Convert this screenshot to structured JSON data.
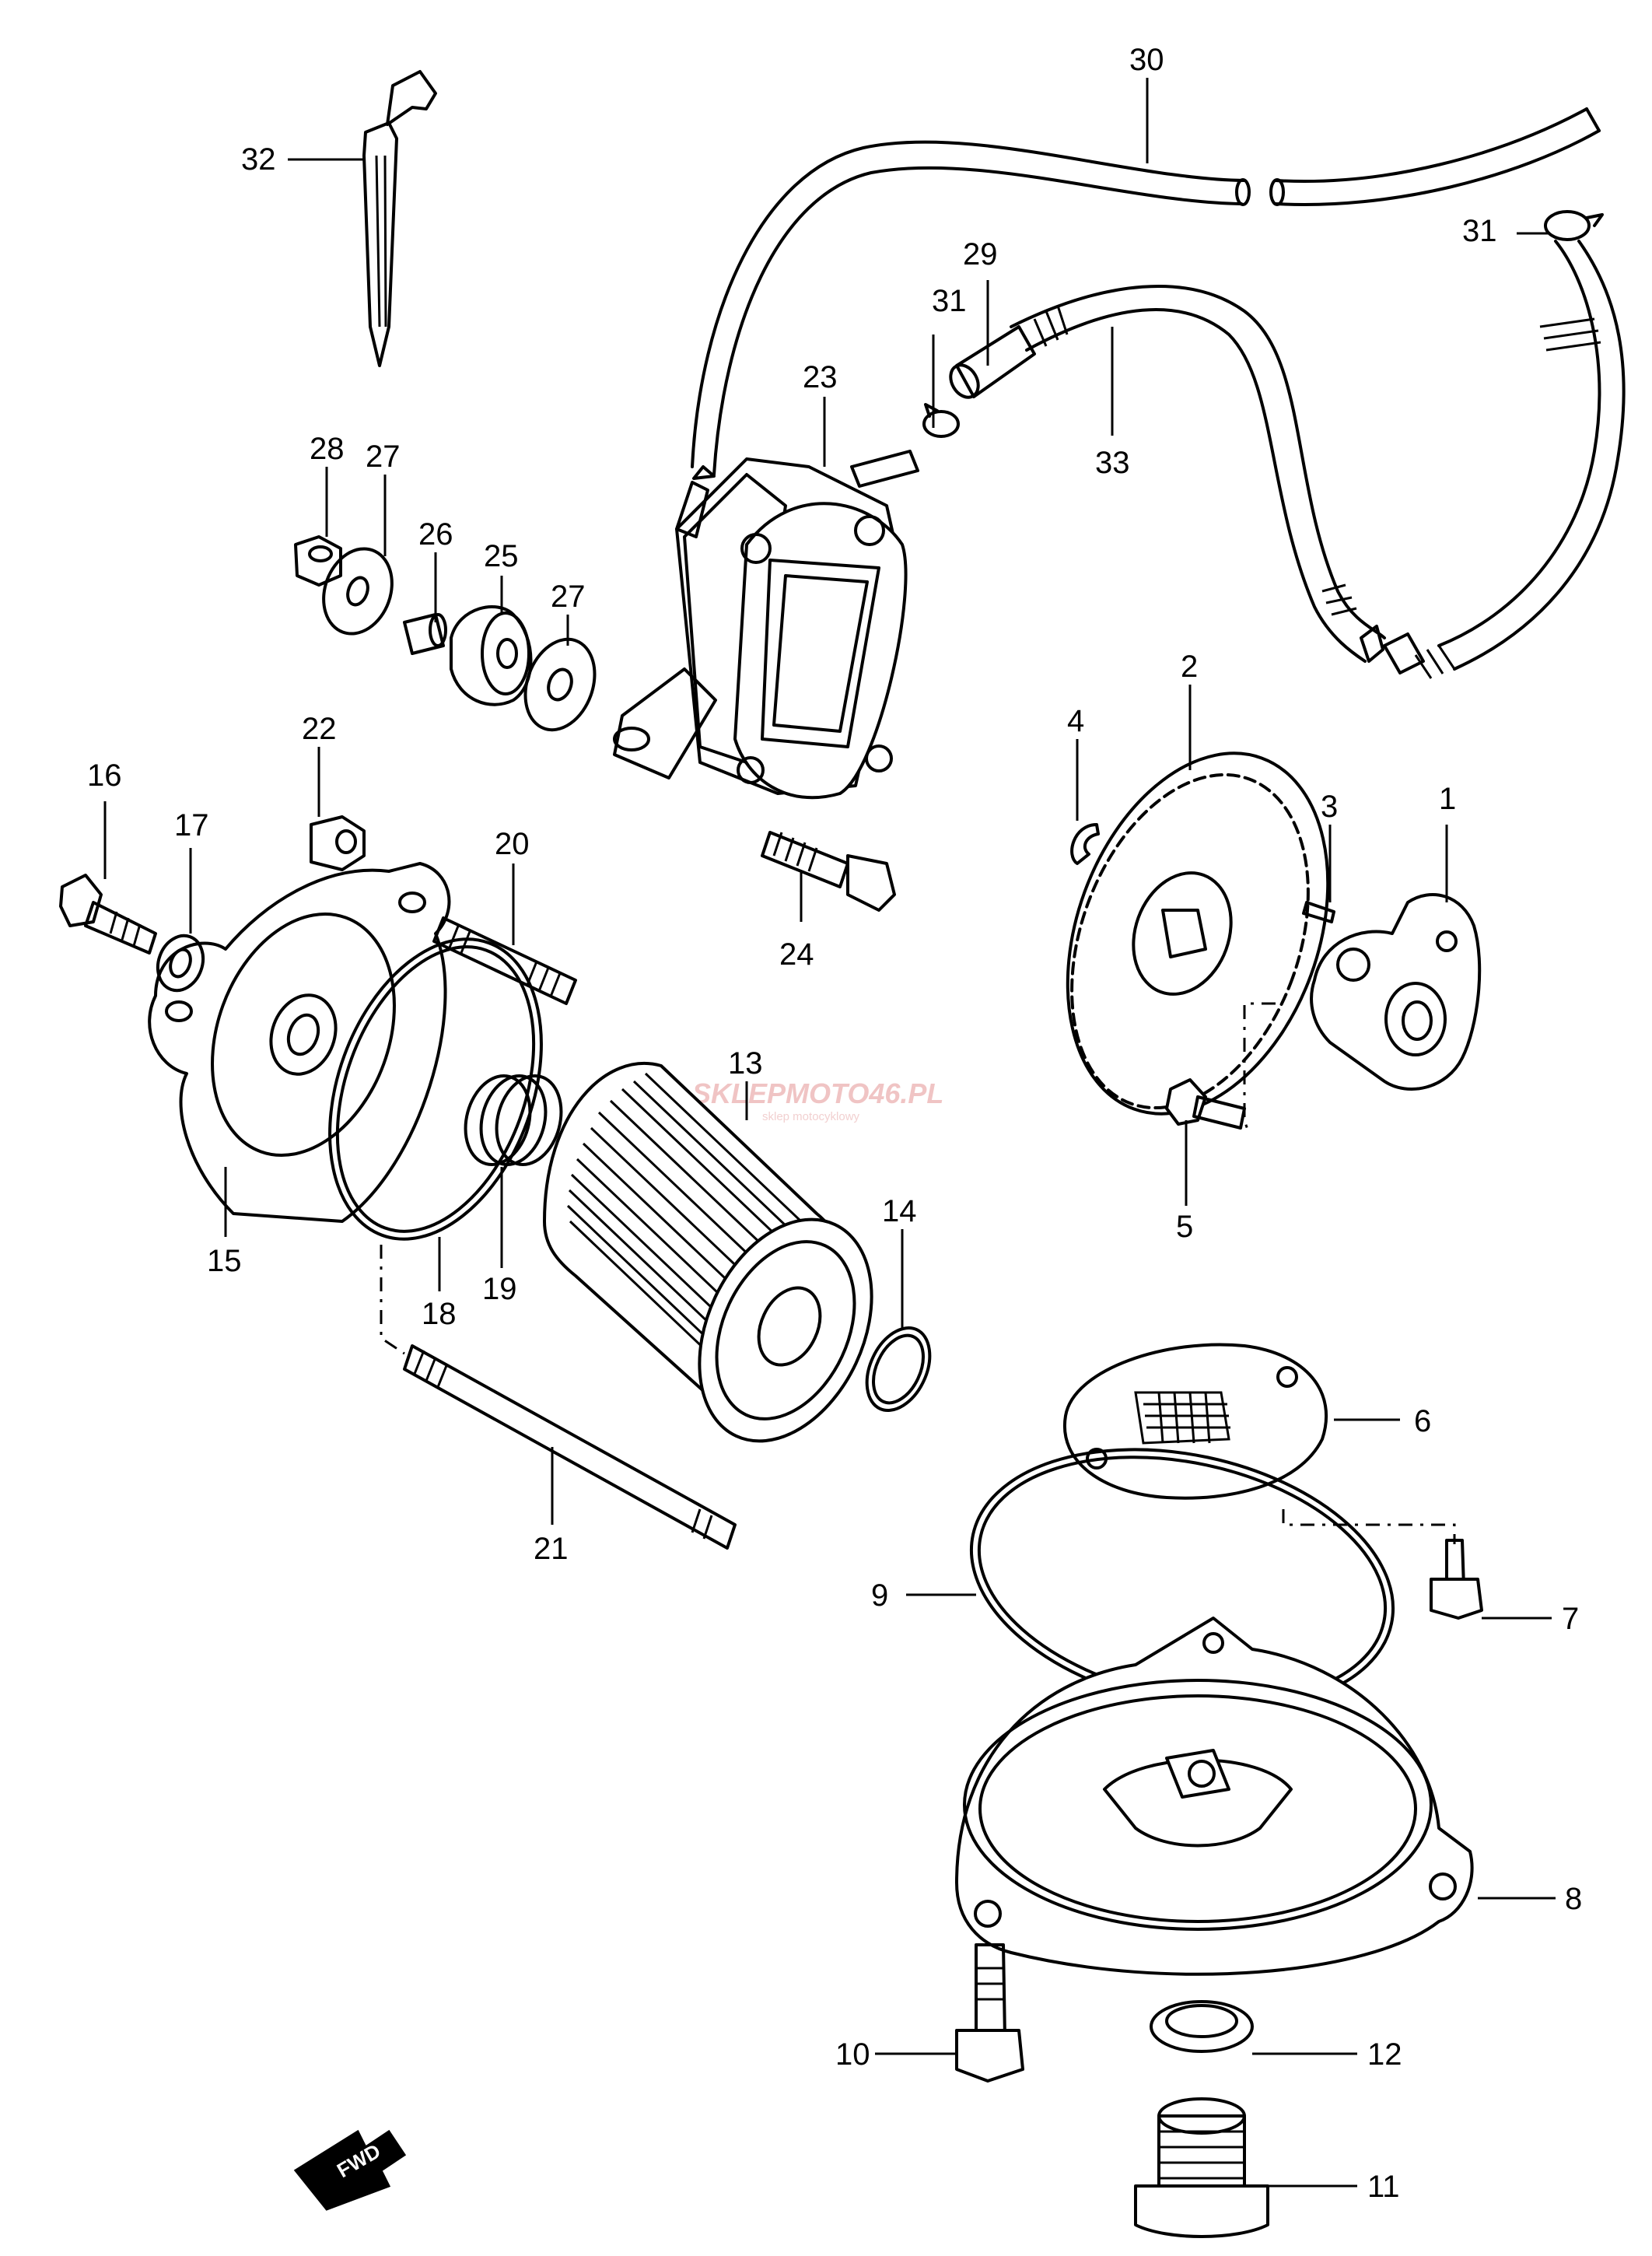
{
  "diagram": {
    "part_numbers": [
      "1",
      "2",
      "3",
      "4",
      "5",
      "6",
      "7",
      "8",
      "9",
      "10",
      "11",
      "12",
      "13",
      "14",
      "15",
      "16",
      "17",
      "18",
      "19",
      "20",
      "21",
      "22",
      "23",
      "24",
      "25",
      "26",
      "27",
      "28",
      "29",
      "30",
      "31",
      "32",
      "33"
    ],
    "callouts": [
      {
        "id": "c30a",
        "text": "30"
      },
      {
        "id": "c31a",
        "text": "31"
      },
      {
        "id": "c31b",
        "text": "31"
      },
      {
        "id": "c29",
        "text": "29"
      },
      {
        "id": "c33",
        "text": "33"
      },
      {
        "id": "c32",
        "text": "32"
      },
      {
        "id": "c23",
        "text": "23"
      },
      {
        "id": "c28",
        "text": "28"
      },
      {
        "id": "c27a",
        "text": "27"
      },
      {
        "id": "c26",
        "text": "26"
      },
      {
        "id": "c25",
        "text": "25"
      },
      {
        "id": "c27b",
        "text": "27"
      },
      {
        "id": "c22",
        "text": "22"
      },
      {
        "id": "c16",
        "text": "16"
      },
      {
        "id": "c17",
        "text": "17"
      },
      {
        "id": "c20",
        "text": "20"
      },
      {
        "id": "c24",
        "text": "24"
      },
      {
        "id": "c4",
        "text": "4"
      },
      {
        "id": "c2",
        "text": "2"
      },
      {
        "id": "c3",
        "text": "3"
      },
      {
        "id": "c1",
        "text": "1"
      },
      {
        "id": "c5",
        "text": "5"
      },
      {
        "id": "c13",
        "text": "13"
      },
      {
        "id": "c14",
        "text": "14"
      },
      {
        "id": "c15",
        "text": "15"
      },
      {
        "id": "c18",
        "text": "18"
      },
      {
        "id": "c19",
        "text": "19"
      },
      {
        "id": "c21",
        "text": "21"
      },
      {
        "id": "c6",
        "text": "6"
      },
      {
        "id": "c7",
        "text": "7"
      },
      {
        "id": "c9",
        "text": "9"
      },
      {
        "id": "c8",
        "text": "8"
      },
      {
        "id": "c10",
        "text": "10"
      },
      {
        "id": "c12",
        "text": "12"
      },
      {
        "id": "c11",
        "text": "11"
      }
    ],
    "watermark": {
      "brand": "SKLEPMOTO46.PL",
      "tagline": "sklep motocyklowy"
    },
    "direction_badge": "FWD"
  }
}
